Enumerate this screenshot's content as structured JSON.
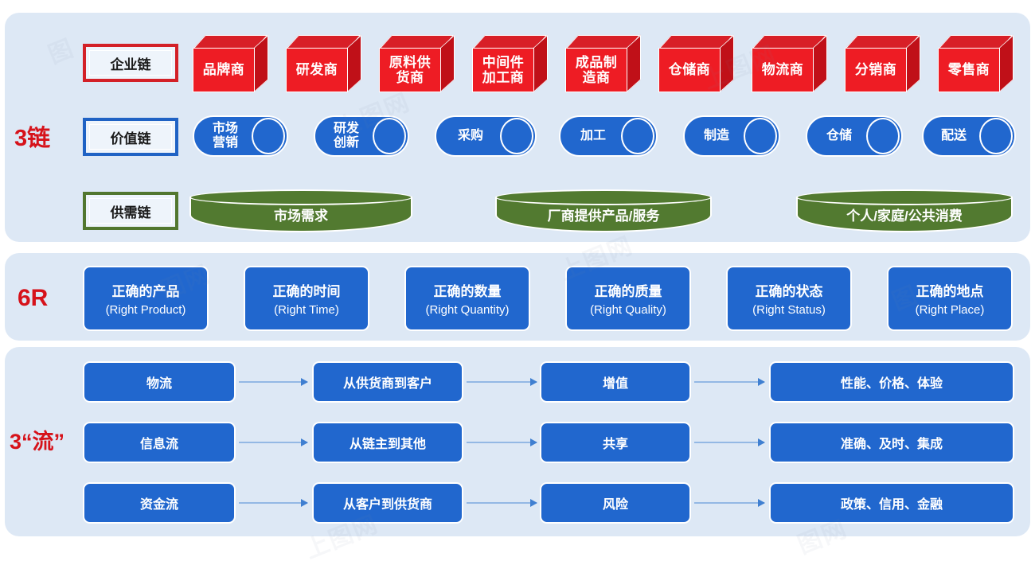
{
  "sections": {
    "chains": {
      "side_label": "3链",
      "rows": [
        {
          "plate": "企业链",
          "accent": "#d32027",
          "items": [
            "品牌商",
            "研发商",
            "原料供<br>货商",
            "中间件<br>加工商",
            "成品制<br>造商",
            "仓储商",
            "物流商",
            "分销商",
            "零售商"
          ]
        },
        {
          "plate": "价值链",
          "accent": "#1f62c4",
          "items": [
            "市场<br>营销",
            "研发<br>创新",
            "采购",
            "加工",
            "制造",
            "仓储",
            "配送"
          ]
        },
        {
          "plate": "供需链",
          "accent": "#52772f",
          "items": [
            "市场需求",
            "厂商提供产品/服务",
            "个人/家庭/公共消费"
          ]
        }
      ]
    },
    "six_r": {
      "side_label": "6R",
      "cards": [
        {
          "cn": "正确的产品",
          "en": "(Right Product)"
        },
        {
          "cn": "正确的时间",
          "en": "(Right Time)"
        },
        {
          "cn": "正确的数量",
          "en": "(Right Quantity)"
        },
        {
          "cn": "正确的质量",
          "en": "(Right Quality)"
        },
        {
          "cn": "正确的状态",
          "en": "(Right Status)"
        },
        {
          "cn": "正确的地点",
          "en": "(Right Place)"
        }
      ]
    },
    "flows": {
      "side_label": "3“流”",
      "rows": [
        {
          "name": "物流",
          "path": "从供货商到客户",
          "effect": "增值",
          "attrs": "性能、价格、体验"
        },
        {
          "name": "信息流",
          "path": "从链主到其他",
          "effect": "共享",
          "attrs": "准确、及时、集成"
        },
        {
          "name": "资金流",
          "path": "从客户到供货商",
          "effect": "风险",
          "attrs": "政策、信用、金融"
        }
      ]
    }
  },
  "colors": {
    "panel_bg": "#dde8f5",
    "red": "#ee1c24",
    "blue": "#2167ce",
    "green": "#527a30",
    "label_red": "#d6121a",
    "arrow": "#93b8e4"
  },
  "watermarks": [
    "图",
    "上图网",
    "上图网",
    "图网",
    "上图网",
    "图",
    "上图网",
    "图网"
  ]
}
